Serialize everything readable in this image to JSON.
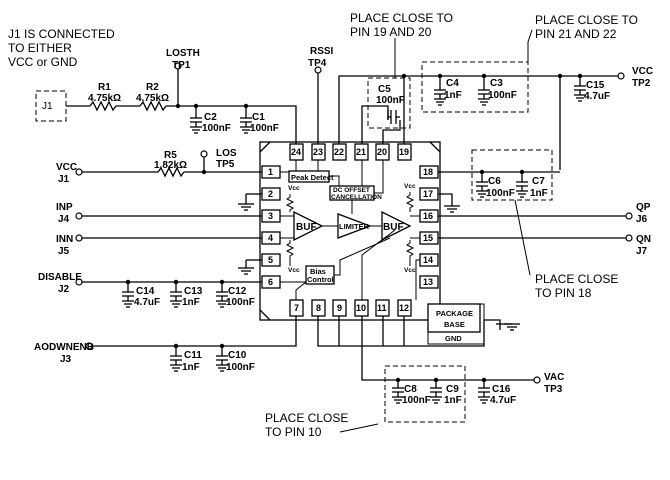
{
  "notes": {
    "j1": [
      "J1 IS CONNECTED",
      "TO EITHER",
      "VCC or GND"
    ],
    "pin19_20": [
      "PLACE CLOSE TO",
      "PIN 19 AND 20"
    ],
    "pin21_22": [
      "PLACE CLOSE TO",
      "PIN 21 AND 22"
    ],
    "pin18": [
      "PLACE CLOSE",
      "TO PIN 18"
    ],
    "pin10": [
      "PLACE CLOSE",
      "TO PIN 10"
    ]
  },
  "connectors": {
    "j1_box": "J1",
    "losth": [
      "LOSTH",
      "TP1"
    ],
    "rssi": [
      "RSSI",
      "TP4"
    ],
    "los": [
      "LOS",
      "TP5"
    ],
    "vcc_j1": [
      "VCC",
      "J1"
    ],
    "inp": [
      "INP",
      "J4"
    ],
    "inn": [
      "INN",
      "J5"
    ],
    "disable": [
      "DISABLE",
      "J2"
    ],
    "aodwnenb": [
      "AODWNENB",
      "J3"
    ],
    "vcc_tp2": [
      "VCC",
      "TP2"
    ],
    "qp": [
      "QP",
      "J6"
    ],
    "qn": [
      "QN",
      "J7"
    ],
    "vac": [
      "VAC",
      "TP3"
    ]
  },
  "resistors": {
    "r1": [
      "R1",
      "4.75kΩ"
    ],
    "r2": [
      "R2",
      "4.75kΩ"
    ],
    "r5": [
      "R5",
      "1.82kΩ"
    ]
  },
  "capacitors": {
    "c1": [
      "C1",
      "100nF"
    ],
    "c2": [
      "C2",
      "100nF"
    ],
    "c3": [
      "C3",
      "100nF"
    ],
    "c4": [
      "C4",
      "1nF"
    ],
    "c5": [
      "C5",
      "100nF"
    ],
    "c6": [
      "C6",
      "100nF"
    ],
    "c7": [
      "C7",
      "1nF"
    ],
    "c8": [
      "C8",
      "100nF"
    ],
    "c9": [
      "C9",
      "1nF"
    ],
    "c10": [
      "C10",
      "100nF"
    ],
    "c11": [
      "C11",
      "1nF"
    ],
    "c12": [
      "C12",
      "100nF"
    ],
    "c13": [
      "C13",
      "1nF"
    ],
    "c14": [
      "C14",
      "4.7uF"
    ],
    "c15": [
      "C15",
      "4.7uF"
    ],
    "c16": [
      "C16",
      "4.7uF"
    ]
  },
  "chip": {
    "blocks": {
      "peak_detect": "Peak Detect",
      "dc_offset": [
        "DC OFFSET",
        "CANCELLATION"
      ],
      "buf_in": "BUF",
      "limiter": "LIMITER",
      "buf_out": "BUF",
      "bias_control": [
        "Bias",
        "Control"
      ],
      "package_base": [
        "PACKAGE",
        "BASE"
      ],
      "gnd": "GND",
      "vcc_label": "Vcc"
    },
    "pins": {
      "p1": "1",
      "p2": "2",
      "p3": "3",
      "p4": "4",
      "p5": "5",
      "p6": "6",
      "p7": "7",
      "p8": "8",
      "p9": "9",
      "p10": "10",
      "p11": "11",
      "p12": "12",
      "p13": "13",
      "p14": "14",
      "p15": "15",
      "p16": "16",
      "p17": "17",
      "p18": "18",
      "p19": "19",
      "p20": "20",
      "p21": "21",
      "p22": "22",
      "p23": "23",
      "p24": "24"
    }
  }
}
